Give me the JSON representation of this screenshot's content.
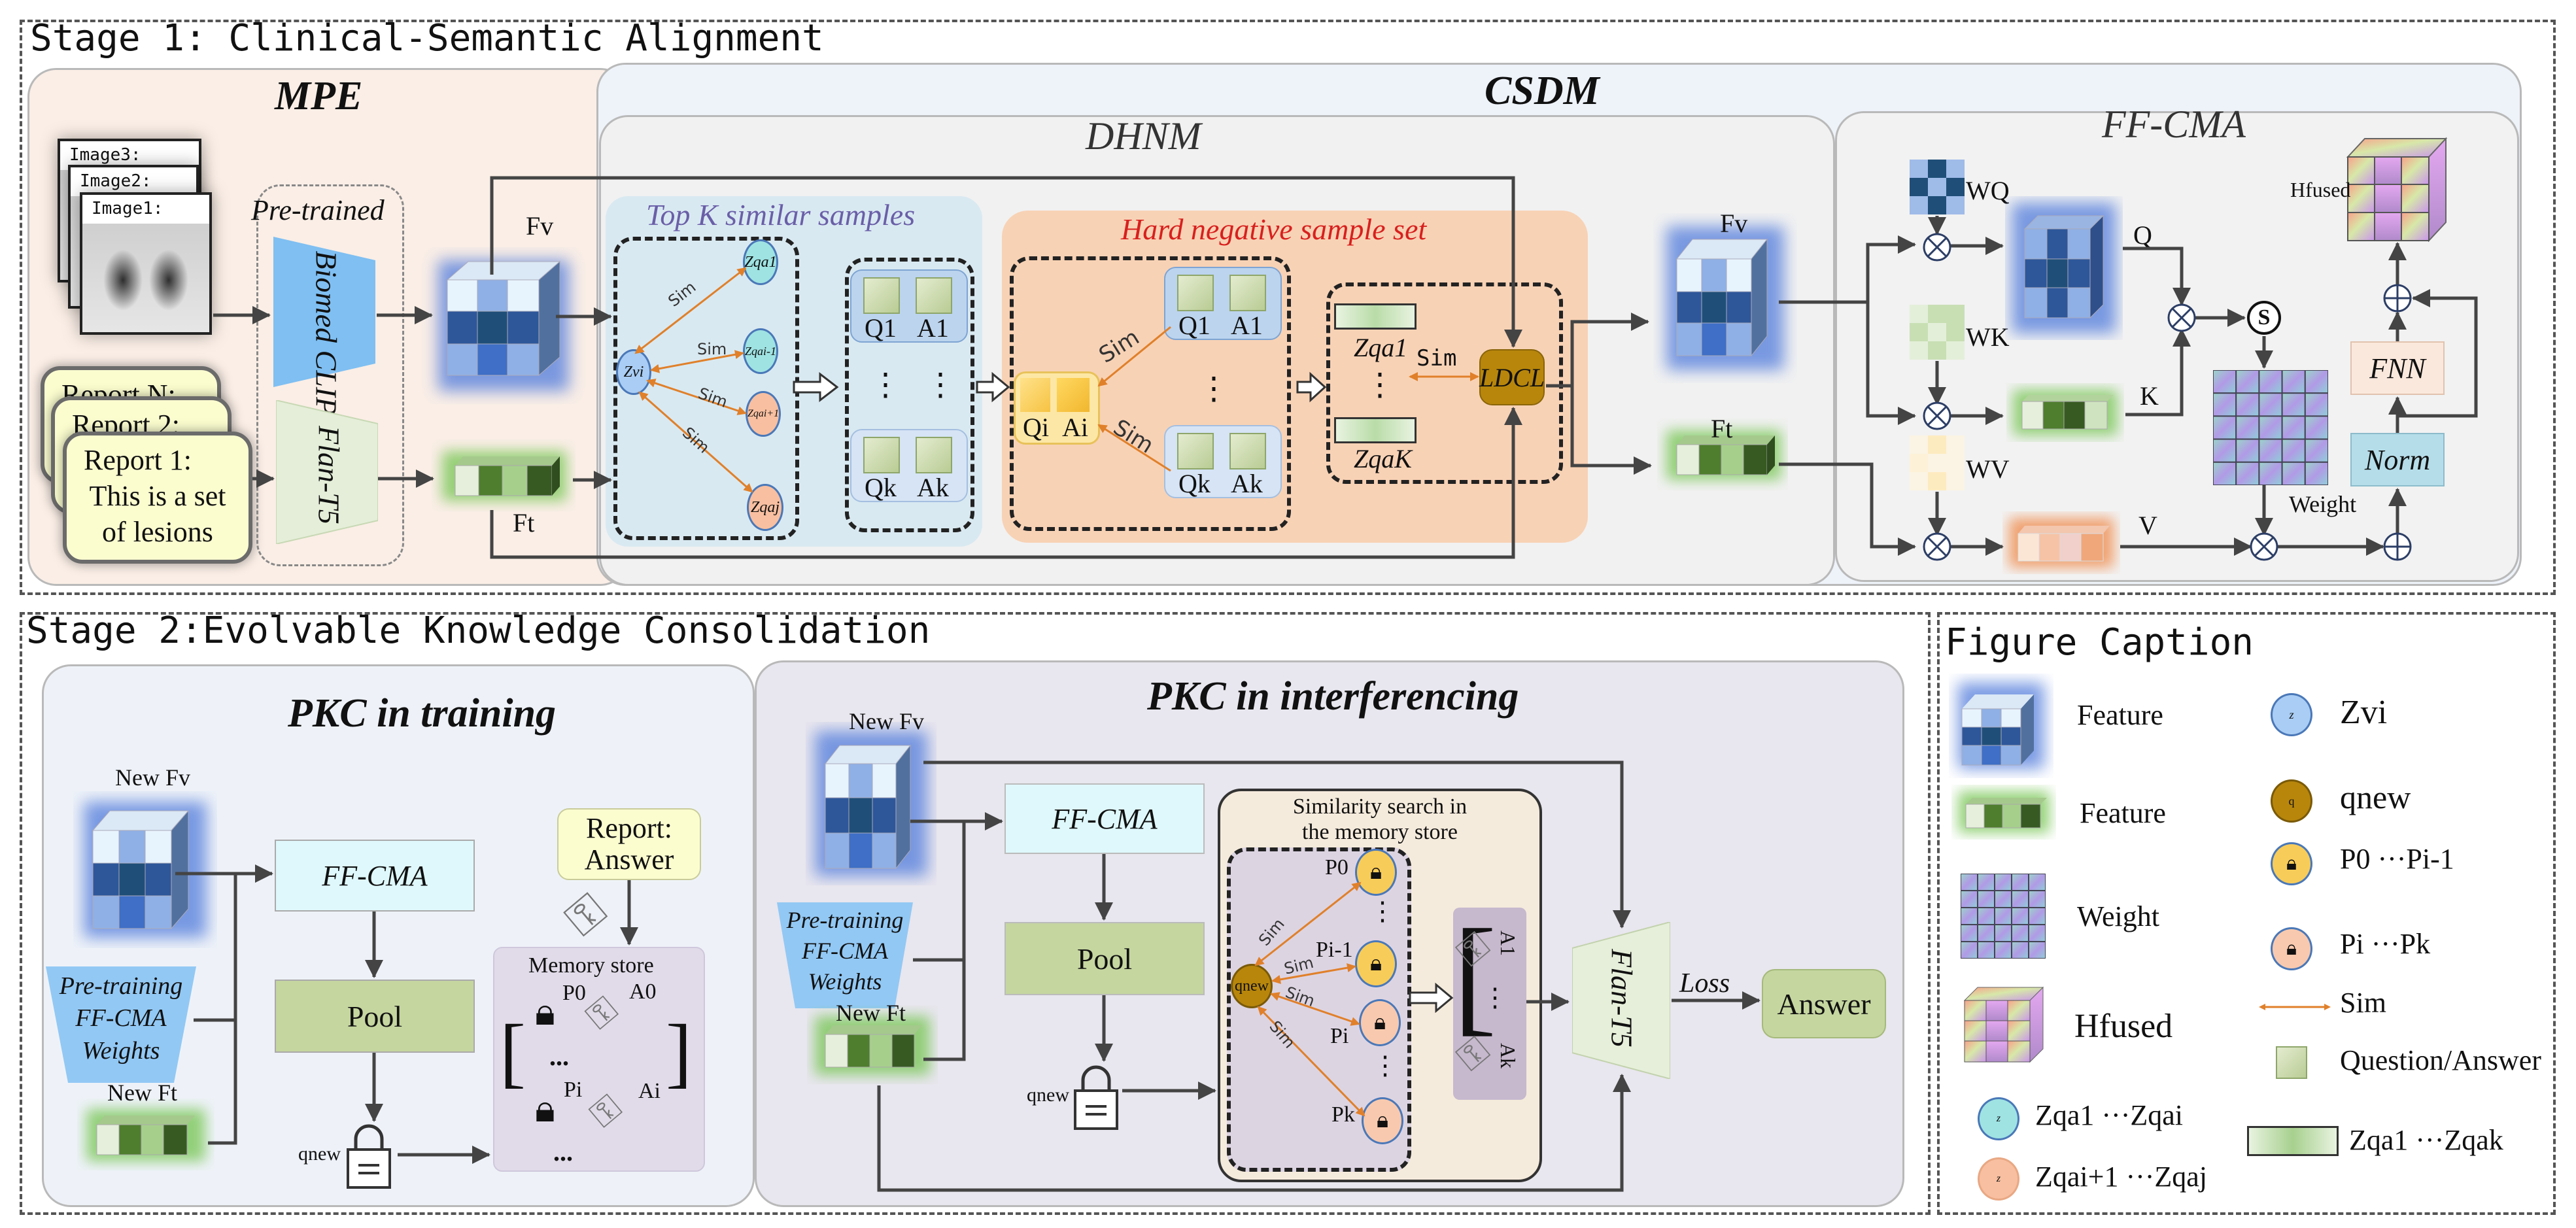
{
  "stage1": {
    "title": "Stage 1: Clinical-Semantic Alignment",
    "mpe": {
      "title": "MPE",
      "images": [
        "Image3:",
        "Image2:",
        "Image1:"
      ],
      "reports": [
        "Report N:",
        "Report 2:",
        "Report 1:"
      ],
      "report1_body": "This is a set of lesions",
      "pretrained_label": "Pre-trained",
      "encoder_vision": "Biomed CLIP",
      "encoder_text": "Flan-T5",
      "fv_label": "Fv",
      "ft_label": "Ft"
    },
    "csdm": {
      "title": "CSDM",
      "dhnm": {
        "title": "DHNM",
        "topk_title": "Top K similar samples",
        "zvi": "Zvi",
        "nodes_cyan": [
          "Zqa1",
          "Zqai-1"
        ],
        "nodes_orange": [
          "Zqai+1",
          "Zqaj"
        ],
        "sim": "Sim",
        "qa_pairs": [
          {
            "q": "Q1",
            "a": "A1"
          },
          {
            "q": "Qk",
            "a": "Ak"
          }
        ],
        "hard_negative_title": "Hard negative sample set",
        "qi": "Qi",
        "ai": "Ai",
        "z_first": "Zqa1",
        "z_last": "ZqaK",
        "loss": "LDCL"
      },
      "ffcma": {
        "title": "FF-CMA",
        "fv_label": "Fv",
        "ft_label": "Ft",
        "wq": "WQ",
        "wk": "WK",
        "wv": "WV",
        "q": "Q",
        "k": "K",
        "v": "V",
        "softmax": "S",
        "weight": "Weight",
        "norm": "Norm",
        "fnn": "FNN",
        "hfused": "Hfused"
      }
    }
  },
  "stage2": {
    "title": "Stage 2:Evolvable Knowledge Consolidation",
    "training": {
      "title": "PKC in training",
      "new_fv": "New Fv",
      "new_ft": "New Ft",
      "pretrain_weights": [
        "Pre-training",
        "FF-CMA",
        "Weights"
      ],
      "ffcma": "FF-CMA",
      "pool": "Pool",
      "qnew": "qnew",
      "report_answer": [
        "Report:",
        "Answer"
      ],
      "memory_title": "Memory store",
      "mem_p0": "P0",
      "mem_a0": "A0",
      "mem_pi": "Pi",
      "mem_ai": "Ai",
      "ellipsis": "..."
    },
    "inference": {
      "title": "PKC in interferencing",
      "new_fv": "New Fv",
      "new_ft": "New Ft",
      "pretrain_weights": [
        "Pre-training",
        "FF-CMA",
        "Weights"
      ],
      "ffcma": "FF-CMA",
      "pool": "Pool",
      "qnew": "qnew",
      "search_title": [
        "Similarity search in",
        "the memory store"
      ],
      "p_labels": [
        "P0",
        "Pi-1",
        "Pi",
        "Pk"
      ],
      "a_labels": [
        "A1",
        "Ak"
      ],
      "sim": "Sim",
      "decoder": "Flan-T5",
      "loss": "Loss",
      "answer": "Answer"
    }
  },
  "caption": {
    "title": "Figure Caption",
    "items": [
      {
        "icon": "blue-feature-cube-icon",
        "label": "Feature"
      },
      {
        "icon": "green-feature-bar-icon",
        "label": "Feature"
      },
      {
        "icon": "weight-grid-icon",
        "label": "Weight"
      },
      {
        "icon": "hfused-cube-icon",
        "label": "Hfused"
      },
      {
        "icon": "zqa-cyan-node-icon",
        "label": "Zqa1 ···Zqai"
      },
      {
        "icon": "zqa-orange-node-icon",
        "label": "Zqai+1 ···Zqaj"
      },
      {
        "icon": "zvi-node-icon",
        "label": "Zvi"
      },
      {
        "icon": "qnew-node-icon",
        "label": "qnew"
      },
      {
        "icon": "yellow-lock-icon",
        "label": "P0 ···Pi-1"
      },
      {
        "icon": "orange-lock-icon",
        "label": "Pi ···Pk"
      },
      {
        "icon": "sim-arrow-icon",
        "label": "Sim"
      },
      {
        "icon": "qa-cube-icon",
        "label": "Question/Answer"
      },
      {
        "icon": "z-bar-icon",
        "label": "Zqa1 ···Zqak"
      }
    ]
  },
  "colors": {
    "mpe_bg": "#faeee6",
    "csdm_bg": "#eef3fa",
    "dhnm_bg": "#f1f1f1",
    "topk_bg": "#d9e9f1",
    "hard_neg_bg": "#f8d2b5",
    "training_bg": "#eef2f8",
    "inference_bg": "#e8e6ee",
    "sim_arrow": "#e0802a",
    "ldcl": "#b8860b",
    "hard_neg_title": "#d8201e",
    "topk_title": "#6a5fa8"
  }
}
